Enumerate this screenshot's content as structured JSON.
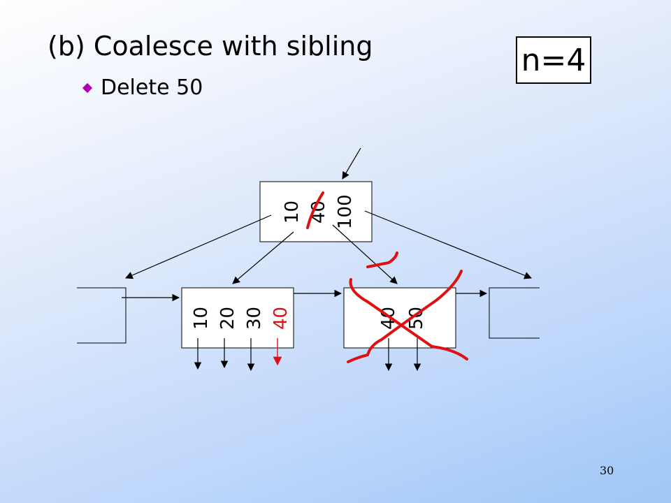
{
  "slide": {
    "title": "(b) Coalesce with sibling",
    "bullet": "Delete 50",
    "order_label": "n=4",
    "page_number": "30"
  },
  "tree": {
    "root_keys": [
      "10",
      "40",
      "100"
    ],
    "left_leaf_keys": [
      "10",
      "20",
      "30",
      "40"
    ],
    "right_leaf_keys": [
      "40",
      "50"
    ]
  },
  "colors": {
    "highlight": "#e01010",
    "bullet": "#b400b4"
  },
  "icons": {
    "bullet": "diamond-bullet-icon"
  }
}
